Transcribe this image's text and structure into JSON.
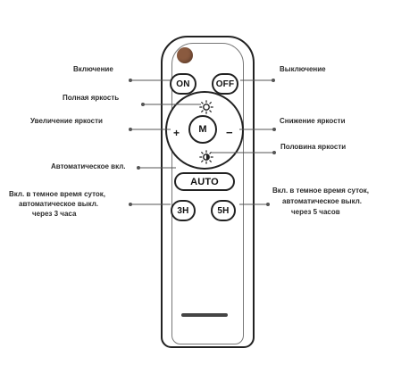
{
  "remote": {
    "buttons": {
      "on": "ON",
      "off": "OFF",
      "mode": "M",
      "auto": "AUTO",
      "three_hours": "3H",
      "five_hours": "5H",
      "plus": "+",
      "minus": "−"
    },
    "icons": {
      "sensor": "infrared-sensor-icon",
      "full_brightness": "sun-full-icon",
      "half_brightness": "sun-half-icon"
    }
  },
  "labels": {
    "switch_on": "Включение",
    "switch_off": "Выключение",
    "full_brightness": "Полная яркость",
    "increase_brightness": "Увеличение яркости",
    "decrease_brightness": "Снижение яркости",
    "half_brightness": "Половина яркости",
    "auto_on": "Автоматическое вкл.",
    "left_note_line1": "Вкл. в темное время суток,",
    "left_note_line2": "автоматическое выкл.",
    "left_note_line3": "через 3 часа",
    "right_note_line1": "Вкл. в темное время суток,",
    "right_note_line2": "автоматическое выкл.",
    "right_note_line3": "через 5 часов"
  },
  "colors": {
    "line": "#555555",
    "outline": "#222222",
    "sensor": "#8a5a3f",
    "text": "#2b2b2b"
  }
}
